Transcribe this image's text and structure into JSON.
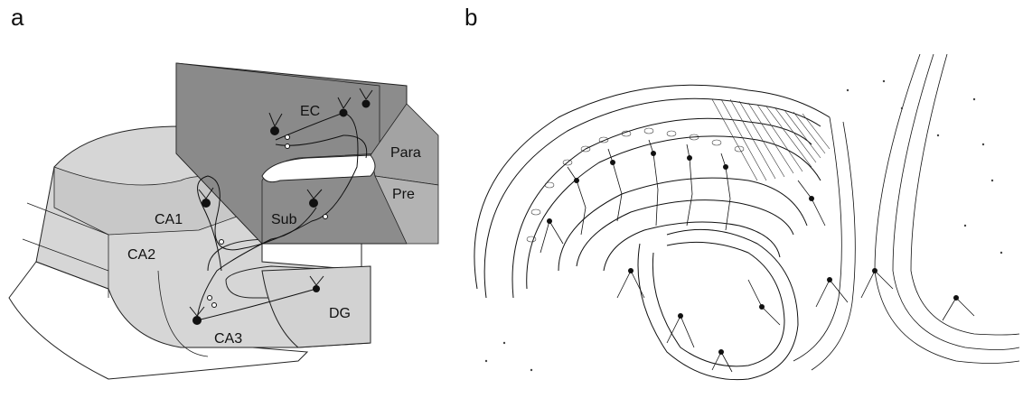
{
  "panel_a": {
    "letter": "a",
    "regions": {
      "ec": "EC",
      "para": "Para",
      "pre": "Pre",
      "sub": "Sub",
      "ca1": "CA1",
      "ca2": "CA2",
      "ca3": "CA3",
      "dg": "DG"
    },
    "colors": {
      "ec_block": "#8c8c8c",
      "ec_top": "#9a9a9a",
      "para": "#a3a3a3",
      "pre": "#b3b3b3",
      "ca_band": "#c8c8c8",
      "ca_outer": "#d6d6d6",
      "neuron": "#111111"
    }
  },
  "panel_b": {
    "letter": "b"
  }
}
